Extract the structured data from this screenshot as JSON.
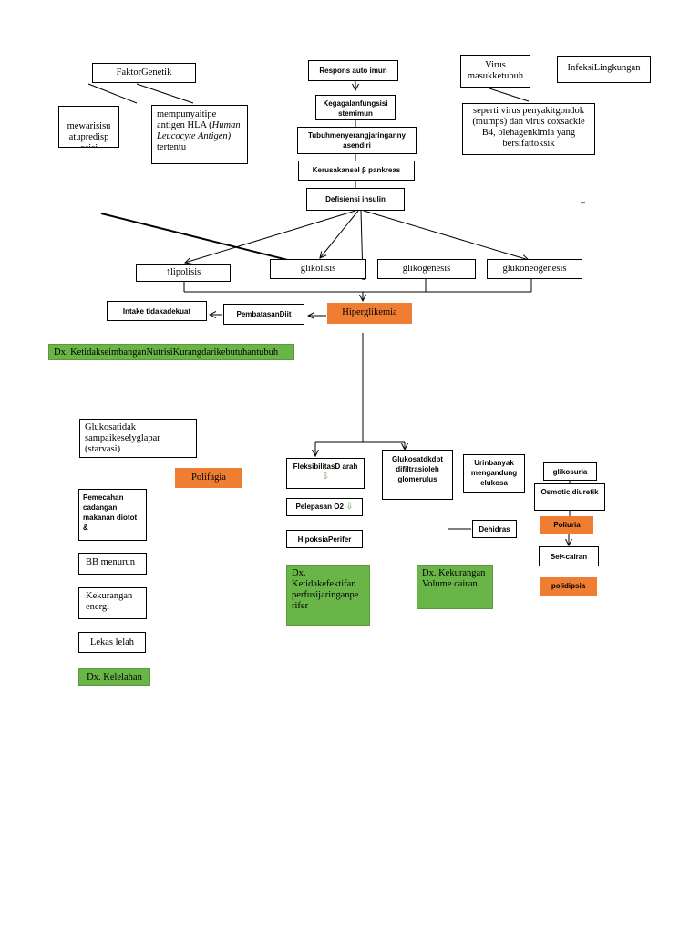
{
  "nodes": {
    "faktor_genetik": "FaktorGenetik",
    "mewarisi": "mewarisisu\natupredisp\nosisi",
    "antigen_1": "mempunyaitipe antigen HLA (",
    "antigen_italic": "Human Leucocyte Antigen)",
    "antigen_2": " tertentu",
    "respons": "Respons auto imun",
    "kegagalan": "Kegagalanfungsisi stemimun",
    "tubuh": "Tubuhmenyerangjaringanny asendiri",
    "kerusakan": "Kerusakansel β pankreas",
    "defisiensi": "Defisiensi insulin",
    "virus": "Virus masukketubuh",
    "infeksi": "InfeksiLingkungan",
    "seperti_virus": "seperti virus penyakitgondok (mumps) dan virus coxsackie B4, olehagenkimia yang bersifattoksik",
    "lipolisis": "↑lipolisis",
    "glikolisis": "glikolisis",
    "glikogenesis": "glikogenesis",
    "glukoneogenesis": "glukoneogenesis",
    "intake": "Intake tidakadekuat",
    "pembatasan": "PembatasanDiit",
    "hiperglikemia": "Hiperglikemia",
    "dx_nutrisi": "Dx. KetidakseimbanganNutrisiKurangdarikebutuhantubuh",
    "glukosa_sel": "Glukosatidak sampaikeselyglapar (starvasi)",
    "polifagia": "Polifagia",
    "pemecahan": "Pemecahan cadangan makanan diotot &",
    "bb": "BB menurun",
    "kekurangan_energi": "Kekurangan energi",
    "lekas": "Lekas lelah",
    "dx_kelelahan": "Dx. Kelelahan",
    "fleksibilitas": "FleksibilitasD arah",
    "pelepasan": "Pelepasan O2",
    "hipoksia": "HipoksiaPerifer",
    "dx_perfusi": "Dx. Ketidakefektifan perfusijaringanpe rifer",
    "glukosa_filtrasi": "Glukosatdkdpt difiltrasioleh glomerulus",
    "urin": "Urinbanyak mengandung elukosa",
    "dx_volume": "Dx. Kekurangan Volume cairan",
    "dehidrasi": "Dehidras",
    "glikosuria": "glikosuria",
    "osmotic": "Osmotic diuretik",
    "poliuria": "Poliuria",
    "sel_cairan": "Sel<cairan",
    "polidipsia": "polidipsia"
  },
  "marks": {
    "down_arrow_glyph": "⇩",
    "dash_right": "–"
  },
  "colors": {
    "orange": "#ef7d32",
    "green": "#6ab547",
    "line": "#000000",
    "down_arrow": "#58a23d"
  }
}
